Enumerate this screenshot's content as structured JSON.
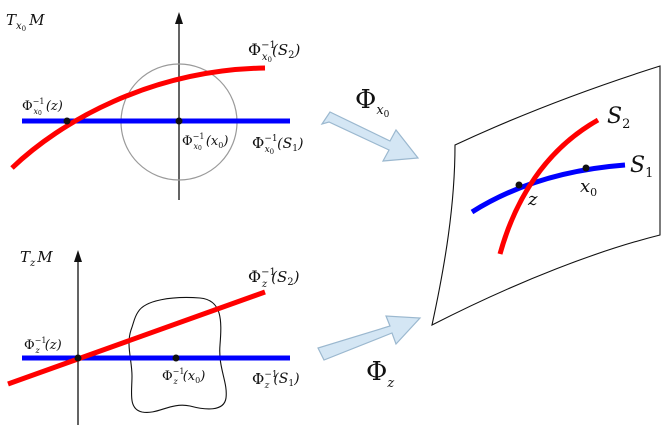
{
  "top_panel": {
    "space_label": "T",
    "space_sub": "x",
    "space_subsub": "0",
    "space_after": "M",
    "phi": "Φ",
    "sub_x": "x",
    "sub_x0": "0",
    "sup_inv": "−1",
    "label_S2_arg": "(S",
    "label_S2_idx": "2",
    "label_S2_close": ")",
    "label_S1_arg": "(S",
    "label_S1_idx": "1",
    "label_S1_close": ")",
    "label_z_arg": "(z)",
    "label_x0_arg": "(x",
    "label_x0_idx": "0",
    "label_x0_close": ")"
  },
  "bottom_panel": {
    "space_label": "T",
    "space_sub": "z",
    "space_after": "M",
    "phi": "Φ",
    "sub_z": "z",
    "sup_inv": "−1",
    "label_S2_arg": "(S",
    "label_S2_idx": "2",
    "label_S2_close": ")",
    "label_S1_arg": "(S",
    "label_S1_idx": "1",
    "label_S1_close": ")",
    "label_z_arg": "(z)",
    "label_x0_arg": "(x",
    "label_x0_idx": "0",
    "label_x0_close": ")"
  },
  "maps": {
    "top_phi": "Φ",
    "top_sub": "x",
    "top_subsub": "0",
    "bottom_phi": "Φ",
    "bottom_sub": "z"
  },
  "manifold": {
    "S2": "S",
    "S2_idx": "2",
    "S1": "S",
    "S1_idx": "1",
    "z": "z",
    "x0": "x",
    "x0_idx": "0"
  },
  "colors": {
    "curve_red": "#ff0000",
    "line_blue": "#0000ff",
    "arrow_fill": "#d4e6f4",
    "arrow_stroke": "#9bb8cf",
    "circle": "#999999"
  }
}
